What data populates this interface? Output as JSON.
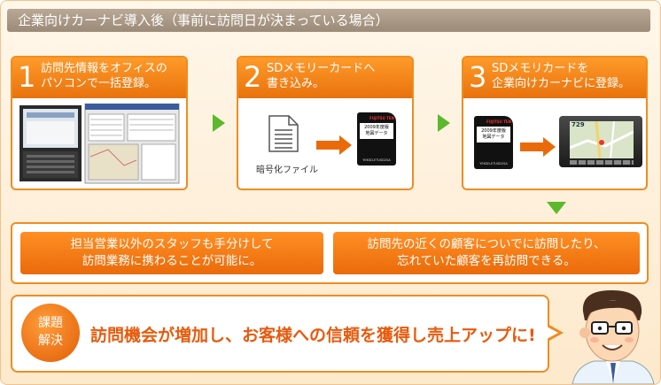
{
  "title": "企業向けカーナビ導入後（事前に訪問日が決まっている場合）",
  "steps": [
    {
      "num": "1",
      "text": "訪問先情報をオフィスの\nパソコンで一括登録。"
    },
    {
      "num": "2",
      "text": "SDメモリーカードへ\n書き込み。"
    },
    {
      "num": "3",
      "text": "SDメモリカードを\n企業向けカーナビに登録。"
    }
  ],
  "file_label": "暗号化ファイル",
  "sd_card": {
    "brand": "FUJITSU TEN",
    "label_line1": "2009年度版",
    "label_line2": "地図データ",
    "code": "YEKSD-ETUSD2SA"
  },
  "navi_screen": {
    "number": "729"
  },
  "benefits": [
    "担当営業以外のスタッフも手分けして\n訪問業務に携わることが可能に。",
    "訪問先の近くの顧客についでに訪問したり、\n忘れていた顧客を再訪問できる。"
  ],
  "solution": {
    "badge": "課題\n解決",
    "text": "訪問機会が増加し、お客様への信頼を獲得し売上アップに!"
  },
  "colors": {
    "accent": "#f08c20",
    "arrow": "#5cb82c",
    "title_bg": "#a8988a"
  }
}
